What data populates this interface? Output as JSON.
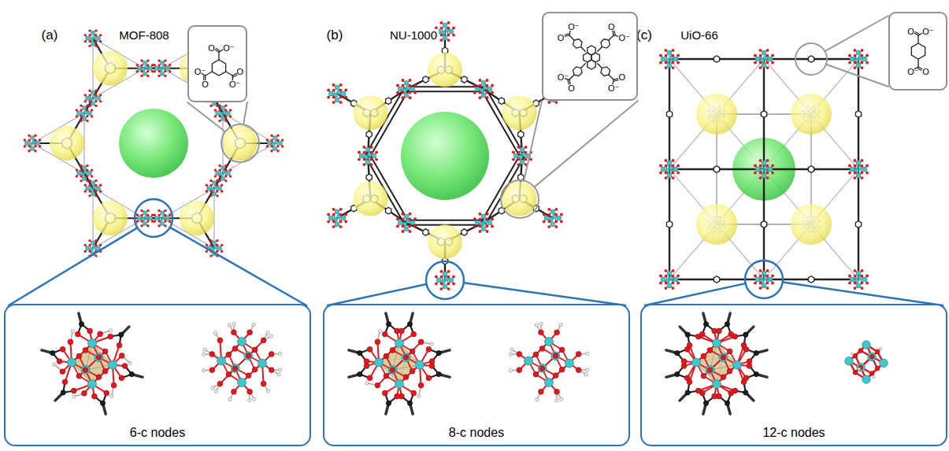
{
  "diagram": {
    "nodes": [
      {
        "text": [
          "O",
          "O⁻",
          "O",
          "O⁻",
          "O",
          "O⁻"
        ]
      },
      {
        "text": [
          "O",
          "O⁻",
          "O",
          "O⁻",
          "O",
          "O⁻",
          "O",
          "O⁻"
        ]
      },
      {
        "text": [
          "O",
          "O⁻",
          "O",
          "O⁻"
        ]
      },
      {
        "text": [
          "6-c nodes"
        ]
      },
      {
        "text": [
          "8-c nodes"
        ]
      },
      {
        "text": [
          "12-c nodes"
        ]
      }
    ],
    "labels": [
      "(a)",
      "MOF-808",
      "(b)",
      "NU-1000",
      "(c)",
      "UiO-66"
    ]
  }
}
